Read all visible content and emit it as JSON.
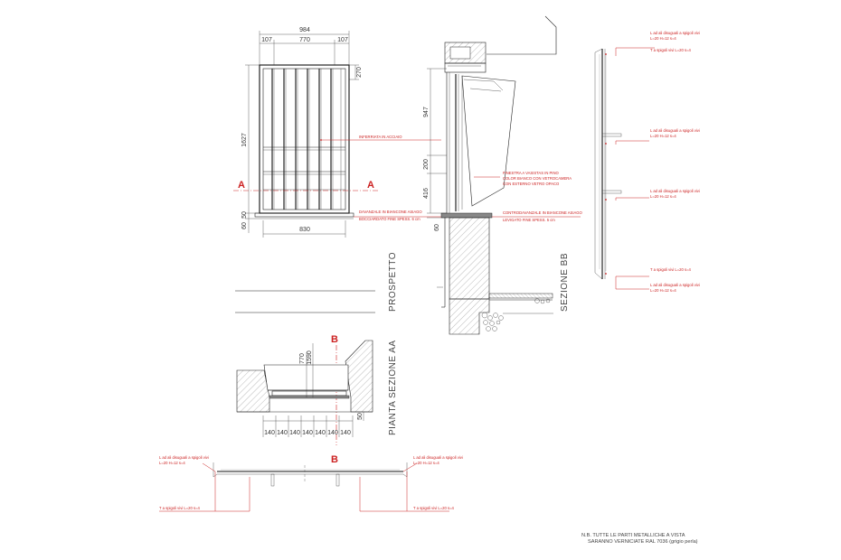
{
  "views": {
    "prospetto": "PROSPETTO",
    "sezione_bb": "SEZIONE BB",
    "pianta_sezione_aa": "PIANTA SEZIONE AA"
  },
  "markers": {
    "a": "A",
    "b": "B"
  },
  "prospetto_dims": {
    "overall": "984",
    "side": "107",
    "inner": "770",
    "top": "270",
    "height": "1627",
    "bottom_a": "50",
    "bottom_b": "60",
    "base": "830"
  },
  "prospetto_labels": {
    "inferriata": "INFERRIATA IN ACCIAIO",
    "davanzale_1": "DAVANZALE IN BIANCONE ASIAGO",
    "davanzale_2": "BOCCIARDATO FINE SPESS. 6 cm"
  },
  "sezione_dims": {
    "h1": "947",
    "h2": "200",
    "h3": "416",
    "h4": "60"
  },
  "sezione_labels": {
    "finestra_1": "FINESTRA A VASISTAS IN PINO",
    "finestra_2": "COLOR BIANCO CON VETROCAMERA",
    "finestra_3": "CON ESTERNO VETRO OPACO",
    "contro_1": "CONTRODAVANZALE IN BIANCONE ASIAGO",
    "contro_2": "LEVIGATO FINE SPESS. 5 cm"
  },
  "detail_labels": {
    "l_ali_1": "L ad ali disuguali a spigoli vivi",
    "l_ali_2": "L=20 H=12 s=4",
    "t_spigoli": "T a spigoli vivi L=20 s=4"
  },
  "pianta_dims": {
    "d770": "770",
    "d1590": "1590",
    "d50": "50",
    "d140": "140"
  },
  "note": {
    "line1": "N.B. TUTTE LE PARTI METALLICHE A VISTA",
    "line2": "SARANNO VERNICIATE RAL 7036 (grigio perla)"
  },
  "colors": {
    "red": "#cc2222",
    "ink": "#222222"
  }
}
